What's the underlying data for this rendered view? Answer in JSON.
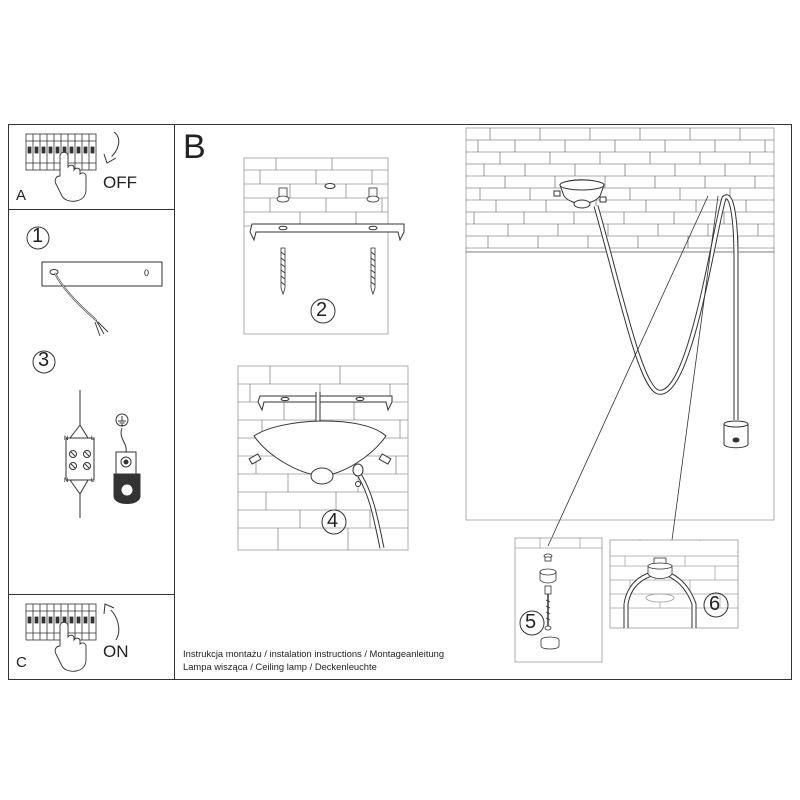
{
  "panels": {
    "A": {
      "letter": "A",
      "action": "OFF"
    },
    "B": {
      "letter": "B"
    },
    "C": {
      "letter": "C",
      "action": "ON"
    }
  },
  "steps": [
    "1",
    "2",
    "3",
    "4",
    "5",
    "6"
  ],
  "step1": {
    "plate_mark": "0"
  },
  "step3": {
    "terminal_labels": [
      "N",
      "L",
      "N",
      "L"
    ]
  },
  "footer": {
    "line1": "Instrukcja montażu / instalation instructions / Montageanleitung",
    "line2": "Lampa wisząca / Ceiling lamp / Deckenleuchte"
  },
  "icons": [
    "circuit-breaker-icon",
    "hand-icon",
    "curved-arrow-down-icon",
    "curved-arrow-up-icon",
    "ground-icon",
    "brick-wall",
    "ceiling-mount-bracket",
    "screw-icon",
    "lamp-shade"
  ]
}
